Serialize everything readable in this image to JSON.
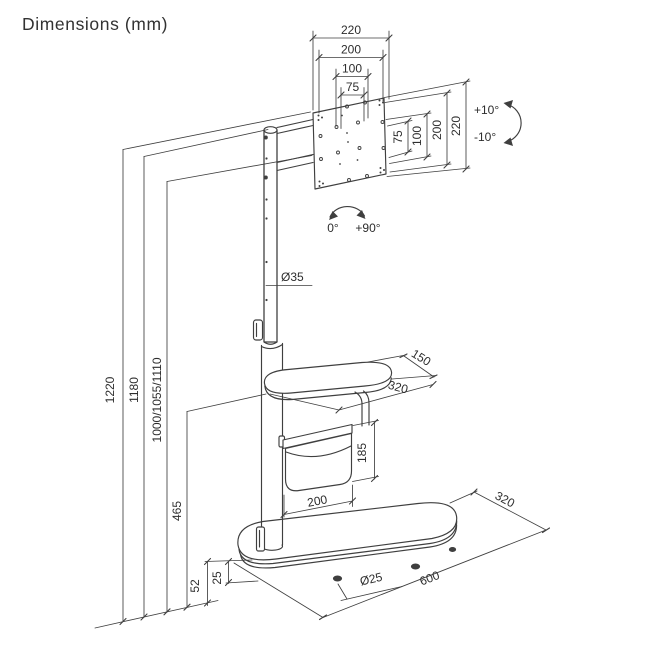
{
  "title": "Dimensions (mm)",
  "labels": {
    "vesa_width": [
      "220",
      "200",
      "100",
      "75"
    ],
    "vesa_height": [
      "75",
      "100",
      "200",
      "220"
    ],
    "tilt_up": "+10°",
    "tilt_down": "-10°",
    "swivel_start": "0°",
    "swivel_end": "+90°",
    "pole_diameter": "Ø35",
    "shelf_depth": "150",
    "shelf_width": "320",
    "basket_height": "185",
    "basket_width": "200",
    "height_total": "1220",
    "height_pole": "1180",
    "height_settings": "1000/1055/1110",
    "height_shelf": "465",
    "base_height": "52",
    "base_plate_thickness": "25",
    "caster_diameter": "Ø25",
    "base_length": "600",
    "base_depth": "320"
  },
  "colors": {
    "line": "#3f3f3f",
    "text": "#2d2d2d",
    "background": "#ffffff"
  }
}
